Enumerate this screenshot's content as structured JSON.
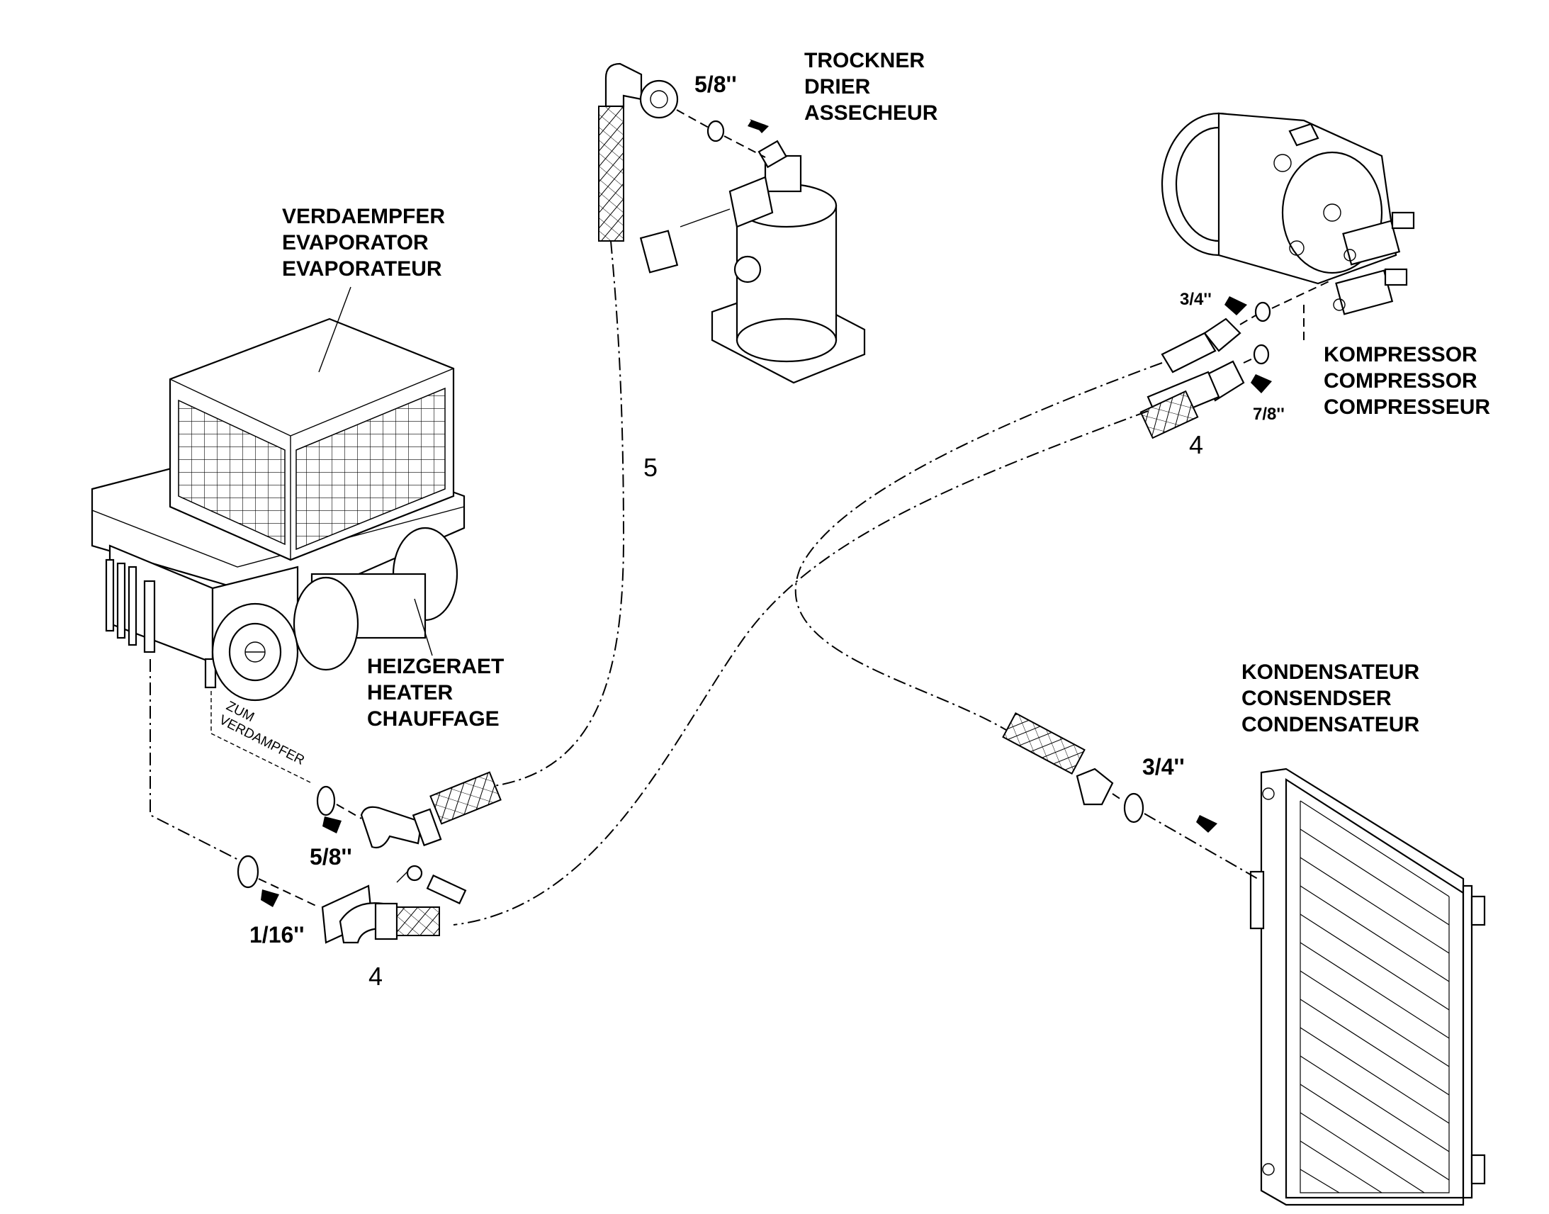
{
  "labels": {
    "drier": [
      "TROCKNER",
      "DRIER",
      "ASSECHEUR"
    ],
    "evaporator": [
      "VERDAEMPFER",
      "EVAPORATOR",
      "EVAPORATEUR"
    ],
    "compressor": [
      "KOMPRESSOR",
      "COMPRESSOR",
      "COMPRESSEUR"
    ],
    "heater": [
      "HEIZGERAET",
      "HEATER",
      "CHAUFFAGE"
    ],
    "condenser": [
      "KONDENSATEUR",
      "CONSENDSER",
      "CONDENSATEUR"
    ],
    "zum_verdampfer": [
      "ZUM",
      "VERDAMPFER"
    ]
  },
  "sizes": {
    "drier_fitting": "5/8''",
    "compressor_upper": "3/4''",
    "compressor_lower": "7/8''",
    "heater_fitting": "5/8''",
    "heater_bottom": "1/16''",
    "condenser_fitting": "3/4''"
  },
  "callouts": {
    "hose_5": "5",
    "hose_4_compressor": "4",
    "hose_4_heater": "4"
  }
}
